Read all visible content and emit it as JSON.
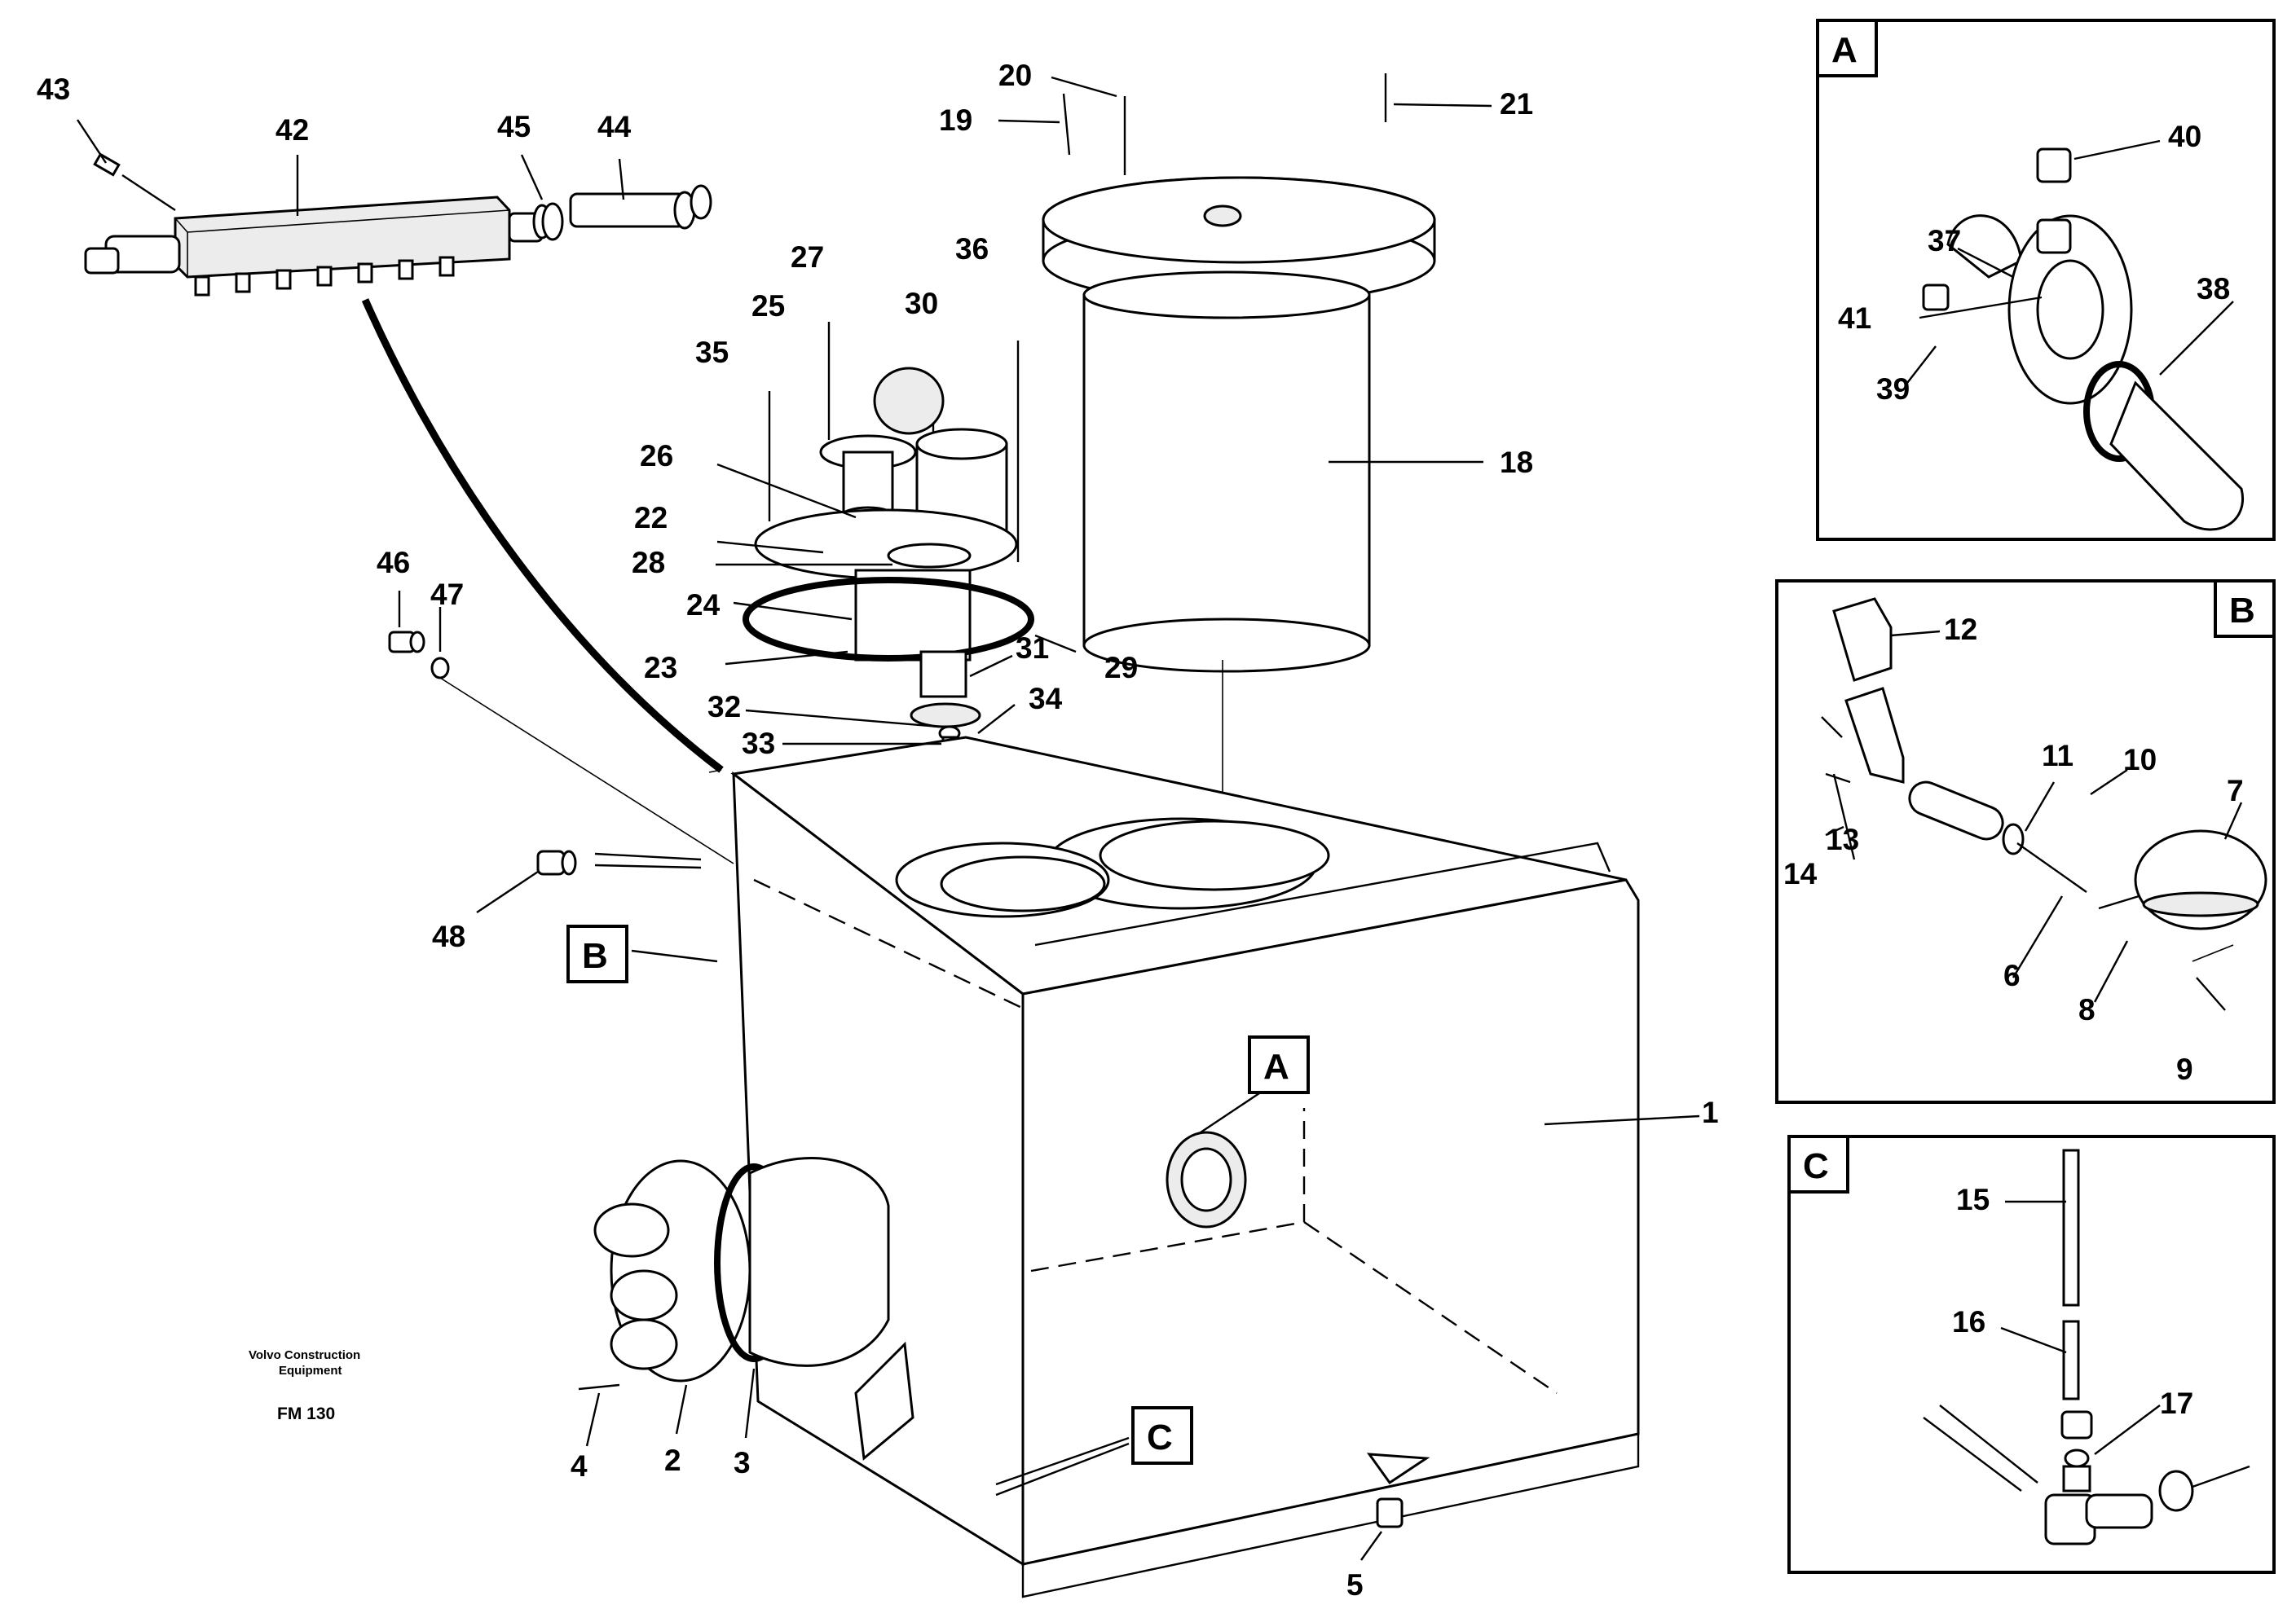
{
  "title": "",
  "credit": {
    "line1": "Volvo Construction",
    "line2": "Equipment",
    "code": "FM 130"
  },
  "main_labels": [
    "1",
    "2",
    "3",
    "4",
    "5",
    "18",
    "19",
    "20",
    "21",
    "22",
    "23",
    "24",
    "25",
    "26",
    "27",
    "28",
    "29",
    "30",
    "31",
    "32",
    "33",
    "34",
    "35",
    "36",
    "42",
    "43",
    "44",
    "45",
    "46",
    "47",
    "48"
  ],
  "detail_a": {
    "letter": "A",
    "labels": [
      "37",
      "38",
      "39",
      "40",
      "41"
    ]
  },
  "detail_b": {
    "letter": "B",
    "labels": [
      "6",
      "7",
      "8",
      "9",
      "10",
      "11",
      "12",
      "13",
      "14"
    ]
  },
  "detail_c": {
    "letter": "C",
    "labels": [
      "15",
      "16",
      "17"
    ]
  },
  "callouts": {
    "a": "A",
    "b": "B",
    "c": "C"
  },
  "colors": {
    "ink": "#000000",
    "paper": "#ffffff"
  }
}
